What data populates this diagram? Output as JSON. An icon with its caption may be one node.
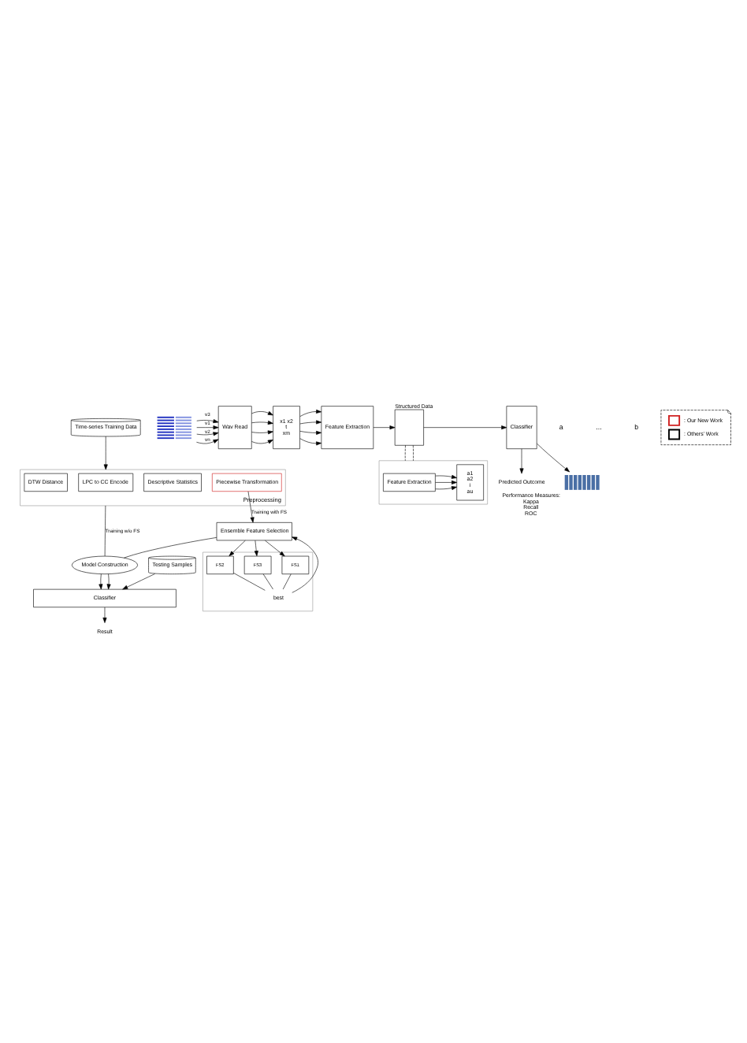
{
  "diagram": {
    "nodes": [
      {
        "text": [
          "Time-series Training Data"
        ]
      },
      {
        "text": [
          "Preprocessing"
        ]
      },
      {
        "text": [
          "LPC to CC Encode"
        ],
        "in": 1
      },
      {
        "text": [
          "Descriptive Statistics"
        ],
        "in": 1
      },
      {
        "text": [
          "Piecewise Transformation"
        ],
        "in": 1
      },
      {
        "text": [
          "DTW Distance"
        ],
        "in": 1
      },
      {
        "text": [
          "Ensemble Feature Selection"
        ]
      },
      {
        "text": [],
        "shape": "box"
      },
      {
        "text": [
          "FS1"
        ],
        "in": 7
      },
      {
        "text": [
          "FS2"
        ],
        "in": 7
      },
      {
        "text": [
          "FS3"
        ],
        "in": 7
      },
      {
        "text": [
          "best"
        ],
        "in": 7
      },
      {
        "text": [
          "Model Construction"
        ]
      },
      {
        "text": [
          "Classifier"
        ]
      },
      {
        "text": [
          "Testing Samples"
        ]
      },
      {
        "text": [
          "Result"
        ]
      },
      {
        "text": [],
        "shape": "picture"
      },
      {
        "text": [
          "Wav Read"
        ]
      },
      {
        "text": [
          "x1 x2",
          "t",
          "xm"
        ]
      },
      {
        "text": [
          "Feature Extraction"
        ]
      },
      {
        "text": [],
        "shape": "box",
        "beside": [
          "Structured Data"
        ]
      },
      {
        "text": [
          "Classifier"
        ]
      },
      {
        "text": [
          "Predicted Outcome"
        ]
      },
      {
        "text": [],
        "shape": "picture",
        "beside": [
          "Performance Measures:",
          "Kappa",
          "Recall",
          "ROC"
        ]
      },
      {
        "text": [],
        "shape": "box"
      },
      {
        "text": [
          "Feature Extraction"
        ],
        "in": 24
      },
      {
        "text": [
          "a1",
          "a2",
          "i",
          "au"
        ],
        "in": 24
      }
    ],
    "edges": [
      {
        "from": 0,
        "to": 1,
        "arrow": "to"
      },
      {
        "from": 1,
        "to": 12,
        "arrow": "none",
        "label": "Training w/o FS"
      },
      {
        "from": 4,
        "to": 6,
        "arrow": "to",
        "label": "Training with FS"
      },
      {
        "from": 6,
        "to": 12,
        "arrow": "none"
      },
      {
        "from": 6,
        "to": 8,
        "arrow": "to"
      },
      {
        "from": 6,
        "to": 9,
        "arrow": "to"
      },
      {
        "from": 6,
        "to": 10,
        "arrow": "to"
      },
      {
        "from": 8,
        "to": 11,
        "arrow": "none"
      },
      {
        "from": 9,
        "to": 11,
        "arrow": "none"
      },
      {
        "from": 10,
        "to": 11,
        "arrow": "none"
      },
      {
        "from": 11,
        "to": 6,
        "arrow": "to"
      },
      {
        "from": 12,
        "to": 13,
        "arrow": "to"
      },
      {
        "from": 12,
        "to": 13,
        "arrow": "to"
      },
      {
        "from": 14,
        "to": 13,
        "arrow": "to"
      },
      {
        "from": 13,
        "to": 15,
        "arrow": "to"
      },
      {
        "from": 16,
        "to": 17,
        "arrow": "to",
        "label": "v1"
      },
      {
        "from": 16,
        "to": 17,
        "arrow": "to",
        "label": "v2"
      },
      {
        "from": 16,
        "to": 17,
        "arrow": "to",
        "label": "v3"
      },
      {
        "from": 16,
        "to": 17,
        "arrow": "to",
        "label": "vn"
      },
      {
        "from": 17,
        "to": 18,
        "arrow": "to"
      },
      {
        "from": 17,
        "to": 18,
        "arrow": "to"
      },
      {
        "from": 17,
        "to": 18,
        "arrow": "to"
      },
      {
        "from": 17,
        "to": 18,
        "arrow": "to"
      },
      {
        "from": 18,
        "to": 19,
        "arrow": "to"
      },
      {
        "from": 18,
        "to": 19,
        "arrow": "to"
      },
      {
        "from": 18,
        "to": 19,
        "arrow": "to"
      },
      {
        "from": 18,
        "to": 19,
        "arrow": "to"
      },
      {
        "from": 19,
        "to": 20,
        "arrow": "to"
      },
      {
        "from": 20,
        "to": 21,
        "arrow": "to"
      },
      {
        "from": 21,
        "to": 22,
        "arrow": "to"
      },
      {
        "from": 21,
        "to": 23,
        "arrow": "to"
      },
      {
        "from": 20,
        "to": 24,
        "arrow": "none",
        "style": "dashed"
      },
      {
        "from": 20,
        "to": 24,
        "arrow": "none",
        "style": "dashed"
      },
      {
        "from": 25,
        "to": 26,
        "arrow": "to"
      },
      {
        "from": 25,
        "to": 26,
        "arrow": "to"
      },
      {
        "from": 24,
        "to": 26,
        "arrow": "to"
      }
    ],
    "labels": [
      "a",
      "...",
      "b"
    ],
    "legend": [
      {
        "text": ": Our New Work",
        "color": "#d02020"
      },
      {
        "text": ": Others’ Work",
        "color": "#000000"
      }
    ]
  }
}
